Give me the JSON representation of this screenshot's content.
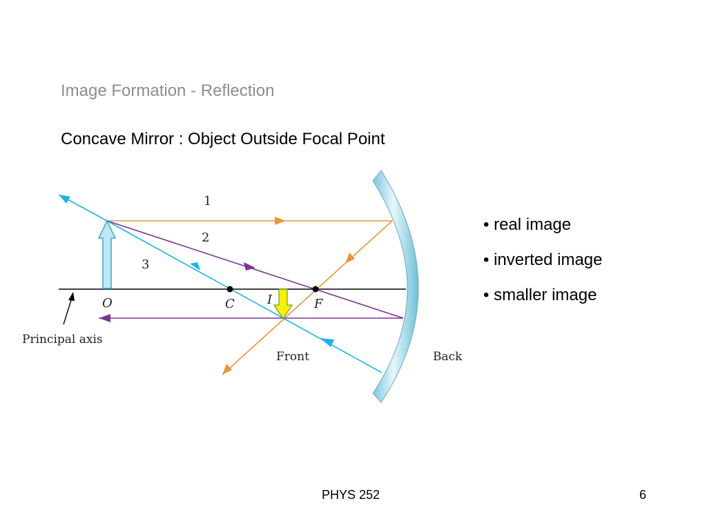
{
  "slide": {
    "title": "Image Formation - Reflection",
    "subtitle": "Concave Mirror : Object Outside Focal Point"
  },
  "diagram": {
    "ray_labels": [
      "1",
      "2",
      "3"
    ],
    "point_labels": {
      "object": "O",
      "center": "C",
      "image": "I",
      "focal": "F"
    },
    "axis_label": "Principal axis",
    "front_label": "Front",
    "back_label": "Back",
    "colors": {
      "ray1": "#e8963c",
      "ray2": "#7b3494",
      "ray3": "#1cb4e6",
      "object_arrow": "#a8dff0",
      "image_arrow": "#f5f20a",
      "mirror": "#8fd3e3",
      "axis": "#000000"
    }
  },
  "bullets": [
    "• real image",
    "• inverted image",
    "• smaller image"
  ],
  "footer": {
    "course": "PHYS 252",
    "page": "6"
  }
}
